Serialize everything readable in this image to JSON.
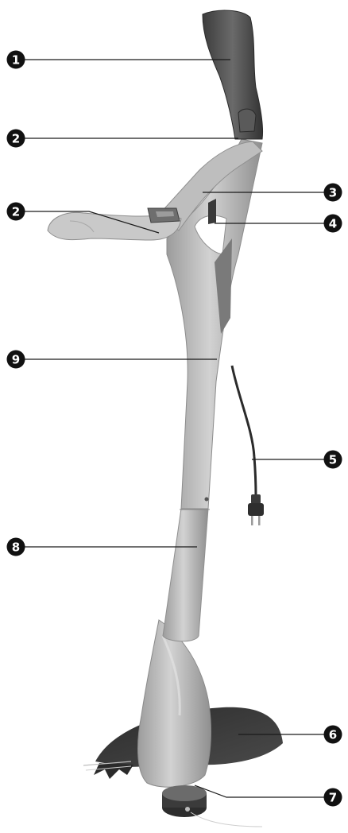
{
  "colors": {
    "background": "#ffffff",
    "badge": "#111111",
    "badge_text": "#ffffff",
    "leader_line": "#1a1a1a",
    "body_light": "#c4c4c4",
    "body_mid": "#a9a9a9",
    "body_dark": "#5a5a5a",
    "guard": "#3a3a3a",
    "cord": "#2b2b2b"
  },
  "callouts": [
    {
      "id": "1",
      "label": "1",
      "side": "left"
    },
    {
      "id": "2a",
      "label": "2",
      "side": "left"
    },
    {
      "id": "3",
      "label": "3",
      "side": "right"
    },
    {
      "id": "2b",
      "label": "2",
      "side": "left"
    },
    {
      "id": "4",
      "label": "4",
      "side": "right"
    },
    {
      "id": "9",
      "label": "9",
      "side": "left"
    },
    {
      "id": "5",
      "label": "5",
      "side": "right"
    },
    {
      "id": "8",
      "label": "8",
      "side": "left"
    },
    {
      "id": "6",
      "label": "6",
      "side": "right"
    },
    {
      "id": "7",
      "label": "7",
      "side": "right"
    }
  ]
}
